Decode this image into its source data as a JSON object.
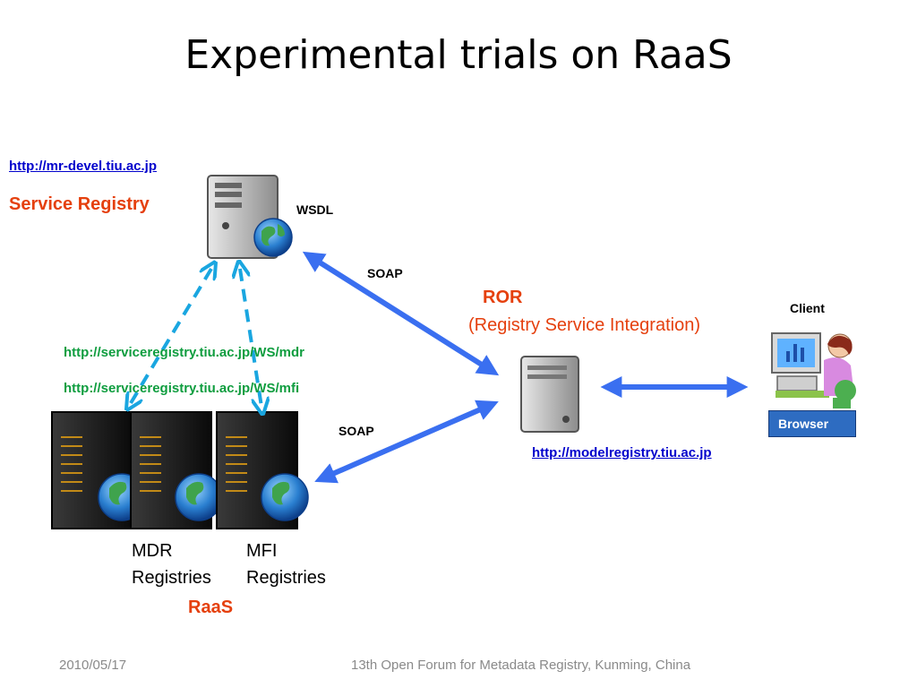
{
  "slide": {
    "title": "Experimental  trials on RaaS"
  },
  "service_registry": {
    "url": "http://mr-devel.tiu.ac.jp",
    "label": "Service Registry",
    "wsdl_label": "WSDL"
  },
  "connections": {
    "soap_upper": "SOAP",
    "soap_lower": "SOAP",
    "mdr_ws_url": "http://serviceregistry.tiu.ac.jp/WS/mdr",
    "mfi_ws_url": "http://serviceregistry.tiu.ac.jp/WS/mfi"
  },
  "ror": {
    "label": "ROR",
    "subtitle": "(Registry Service Integration)",
    "url": "http://modelregistry.tiu.ac.jp"
  },
  "client": {
    "label": "Client",
    "browser_label": "Browser"
  },
  "registries": {
    "mdr_label": "MDR\nRegistries",
    "mfi_label": "MFI\nRegistries",
    "raas_label": "RaaS"
  },
  "footer": {
    "date": "2010/05/17",
    "event": "13th Open Forum for Metadata Registry, Kunming, China"
  },
  "colors": {
    "accent_red": "#e5400e",
    "link_blue": "#0000cc",
    "url_green": "#0f9d3f",
    "arrow_blue": "#3a6ff0",
    "dashed_cyan": "#1aa6e0"
  }
}
